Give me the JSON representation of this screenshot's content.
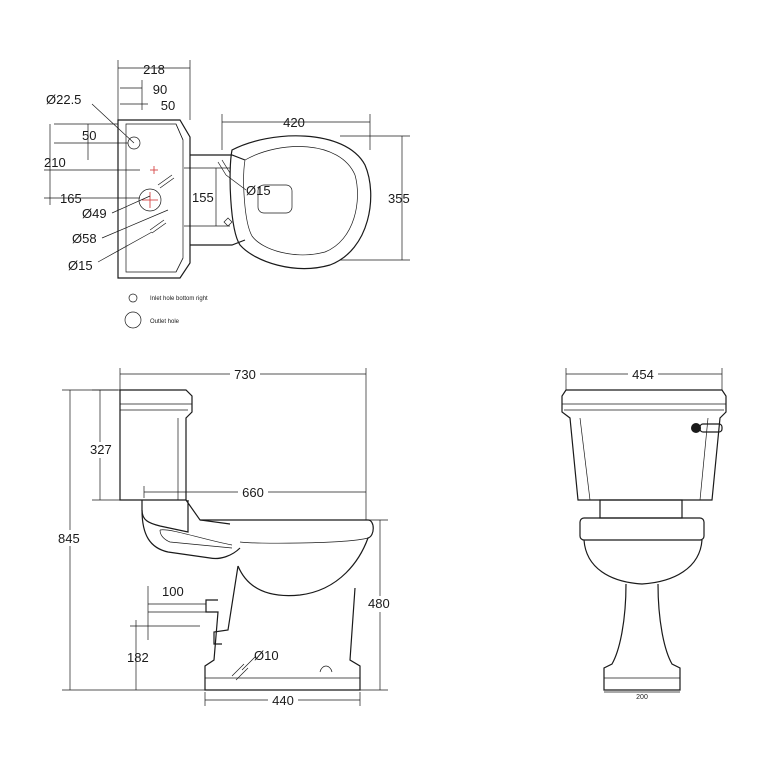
{
  "plan_view": {
    "dims": {
      "d218": "218",
      "d90": "90",
      "d50_top": "50",
      "dia22_5": "Ø22.5",
      "d50_left": "50",
      "d210": "210",
      "d165": "165",
      "dia49": "Ø49",
      "dia58": "Ø58",
      "dia15_left": "Ø15",
      "d155": "155",
      "dia15_pan": "Ø15",
      "d420": "420",
      "d355": "355"
    },
    "legend": {
      "inlet": "Inlet hole bottom right",
      "outlet": "Outlet hole"
    }
  },
  "side_view": {
    "dims": {
      "d730": "730",
      "d327": "327",
      "d845": "845",
      "d660": "660",
      "d100": "100",
      "d182": "182",
      "d480": "480",
      "dia10": "Ø10",
      "d440": "440"
    }
  },
  "front_view": {
    "dims": {
      "d454": "454",
      "d200": "200"
    }
  }
}
